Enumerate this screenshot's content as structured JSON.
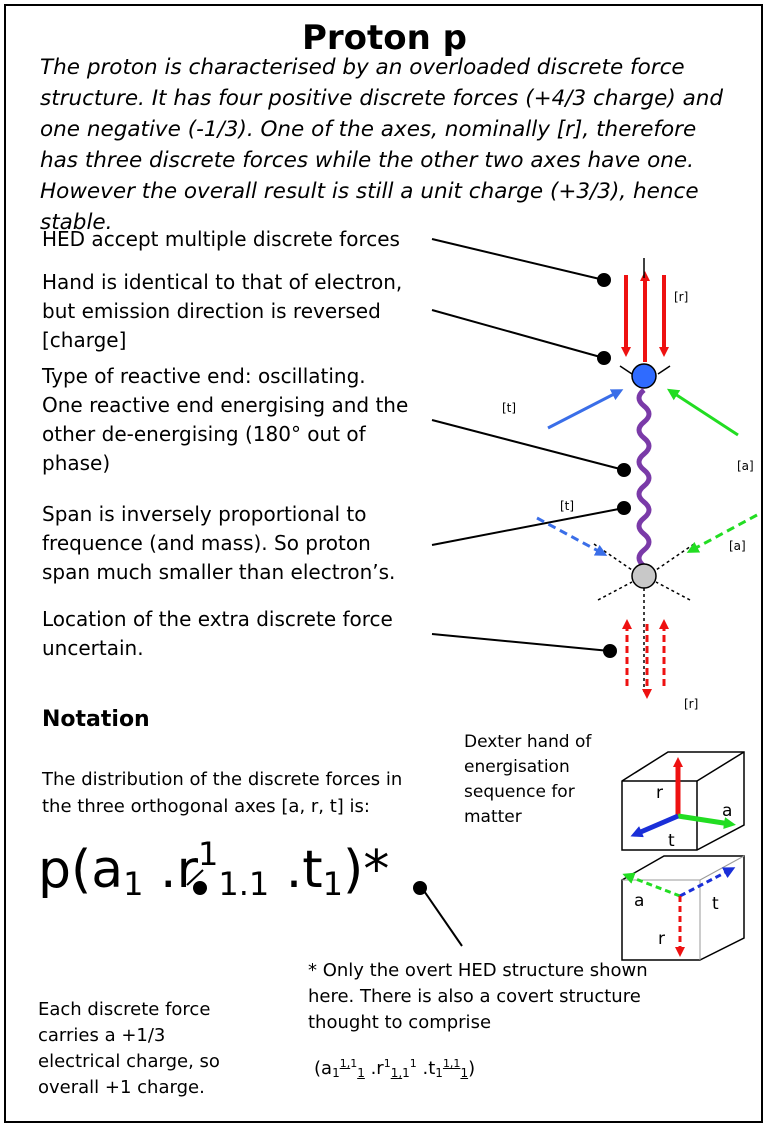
{
  "title": "Proton p",
  "intro": "The proton is characterised by an overloaded discrete force structure. It has four positive discrete forces (+4/3 charge) and one negative (-1/3). One of the axes, nominally [r], therefore has three discrete forces while the other two axes have one.   However the overall result is still a unit charge (+3/3), hence stable.",
  "labels": {
    "hed": "HED accept multiple discrete forces",
    "hand": "Hand is identical to that of electron,\nbut emission direction is reversed\n[charge]",
    "reactive": "Type of reactive end:  oscillating.\nOne reactive end energising and the\nother de-energising (180° out of\nphase)",
    "span": "Span is inversely proportional to\nfrequence (and mass). So proton\nspan much smaller than electron’s.",
    "location": "Location of the extra discrete force\nuncertain."
  },
  "axis_tags": {
    "r_top": "[r]",
    "t_top": "[t]",
    "a_top": "[a]",
    "t_bottom": "[t]",
    "a_bottom": "[a]",
    "r_bottom": "[r]"
  },
  "notation": {
    "heading": "Notation",
    "distribution": "The  distribution of the discrete forces in\nthe three orthogonal axes [a, r, t] is:",
    "dexter": "Dexter hand of\nenergisation\nsequence for\nmatter",
    "cube_labels": {
      "r": "r",
      "a": "a",
      "t": "t"
    },
    "formula": {
      "open": "p(a",
      "a_sub": "1",
      "mid": " .r",
      "r_sup": "1",
      "r_sub": "1.1",
      "mid2": " .t",
      "t_sub": "1",
      "close": ")*"
    },
    "charge_note": " Each discrete force\ncarries a +1/3\nelectrical charge, so\noverall +1 charge.",
    "overt_note": "* Only the overt HED structure shown\nhere. There is also a covert structure\nthought to comprise",
    "covert": {
      "open": "(a",
      "a_sub": "1",
      "a_sup1": "1,",
      "a_sup2": "1",
      "a_sub2": "1",
      "r": " .r",
      "r_sup": "1",
      "r_sub": "1,",
      "r_sub2": "1",
      "r_sup2": "1",
      "t": " .t",
      "t_sub": "1",
      "t_sup": "1,1",
      "t_sub2": "1",
      "close": ")"
    }
  },
  "colors": {
    "red": "#ee1111",
    "blue": "#3a6ee8",
    "green": "#22dd22",
    "purple": "#7a3aa8",
    "node_top": "#2f6bff",
    "node_bottom": "#c8c8c8"
  }
}
